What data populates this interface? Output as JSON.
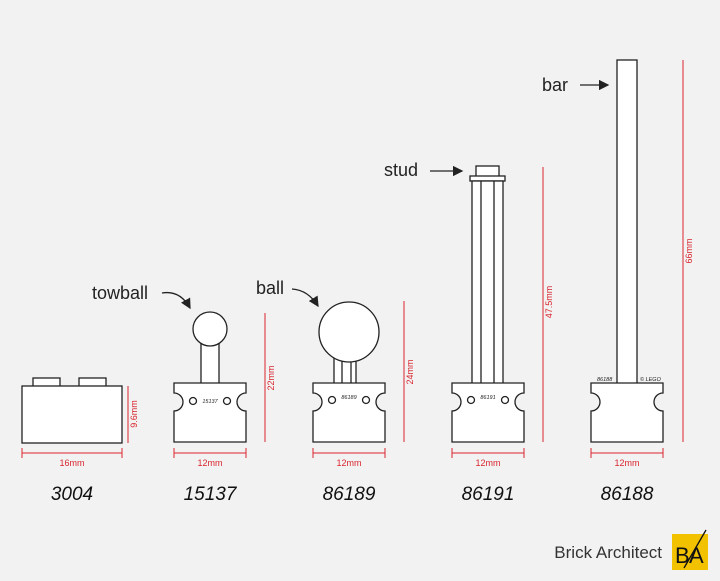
{
  "dimensions": {
    "brick_width": "16mm",
    "brick_height": "9.6mm",
    "towball_width": "12mm",
    "towball_height": "22mm",
    "ball_width": "12mm",
    "ball_height": "24mm",
    "stud_width": "12mm",
    "stud_height": "47.5mm",
    "bar_width": "12mm",
    "bar_height": "66mm"
  },
  "callouts": {
    "towball": "towball",
    "ball": "ball",
    "stud": "stud",
    "bar": "bar"
  },
  "part_ids": [
    "3004",
    "15137",
    "86189",
    "86191",
    "86188"
  ],
  "embossed": {
    "p15137": "15137",
    "p86189": "86189",
    "p86191": "86191",
    "p86188_id": "86188",
    "p86188_lego": "© LEGO"
  },
  "brand": {
    "name": "Brick Architect",
    "logo_b": "B",
    "logo_a": "A",
    "logo_color": "#f2c200"
  },
  "colors": {
    "dimension": "#d9262e",
    "outline": "#222222"
  }
}
